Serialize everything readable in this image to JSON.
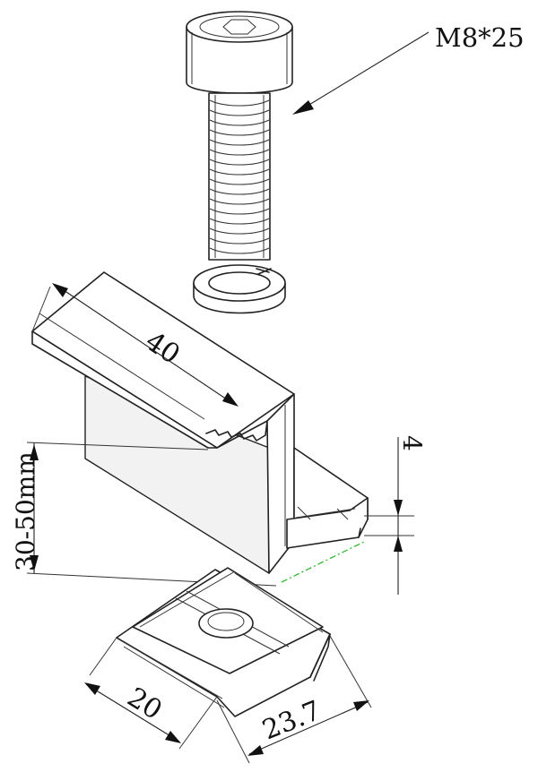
{
  "labels": {
    "bolt": "M8*25",
    "clamp_length": "40",
    "thickness": "4",
    "height_range": "30-50mm",
    "nut_width": "20",
    "nut_length": "23.7"
  },
  "colors": {
    "line": "#222222",
    "centerline": "#2fb82f",
    "background": "#ffffff"
  }
}
